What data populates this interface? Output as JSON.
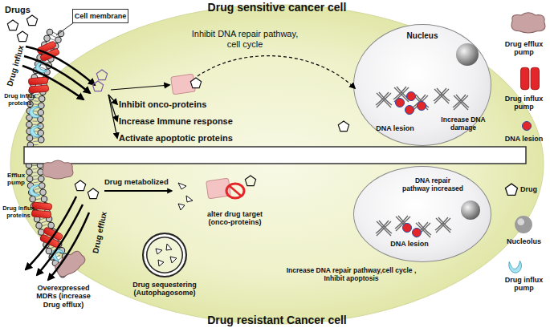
{
  "diagram": {
    "nodes": [
      {
        "text": [
          "Cell membrane"
        ]
      },
      {
        "text": [
          "Nucleus",
          "DNA lesion",
          "Increase DNA damage"
        ]
      },
      {
        "text": [
          "DNA repair pathway increased",
          "DNA lesion"
        ]
      },
      {
        "text": [
          "Drug sequestering (Autophagosome)"
        ]
      }
    ],
    "labels": [
      "Drug sensitive cancer cell",
      "Drugs",
      "Drug influx",
      "Inhibit DNA repair pathway, cell cycle",
      "Inhibit onco-proteins",
      "Increase Immune response",
      "Activate apoptotic proteins",
      "Drug influx proteins",
      "Efflux pump",
      "Drug metabolized",
      "alter drug target (onco-proteins)",
      "Drug influx proteins",
      "Drug efflux",
      "Overexpressed MDRs (increase Drug efflux)",
      "Increase DNA repair pathway,cell cycle , Inhibit apoptosis",
      "Drug resistant Cancer cell"
    ],
    "legend": [
      {
        "text": "Drug efflux pump",
        "color": "#c9a3a3"
      },
      {
        "text": "Drug influx pump",
        "color": "#e3262a"
      },
      {
        "text": "DNA lesion",
        "color": "#e3262a"
      },
      {
        "text": "Drug"
      },
      {
        "text": "Nucleolus",
        "color": "#9c9c9c"
      },
      {
        "text": "Drug influx pump",
        "color": "#a9e3f0"
      }
    ]
  }
}
